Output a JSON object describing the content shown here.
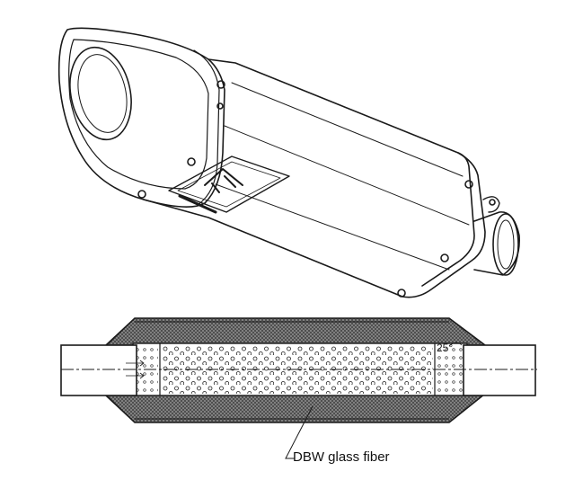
{
  "diagram": {
    "upper": {
      "subject": "exhaust silencer",
      "view": "isometric line drawing"
    },
    "lower": {
      "view": "section",
      "material_label": "DBW glass fiber",
      "cone_angle_label": "25°"
    }
  },
  "colors": {
    "line": "#1a1a1a",
    "hatch": "#555555",
    "paper": "#ffffff"
  }
}
